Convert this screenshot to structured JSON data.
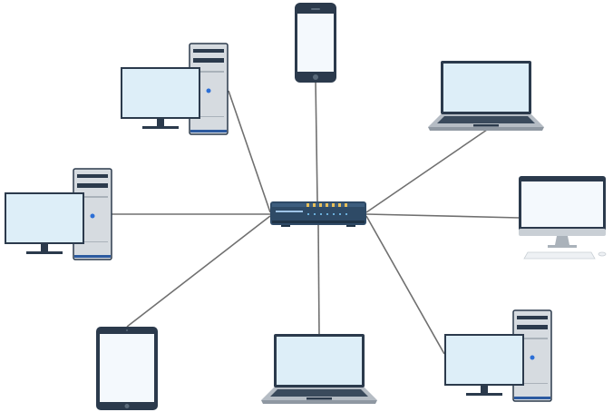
{
  "diagram": {
    "topology": "star",
    "hub": {
      "kind": "network-switch",
      "icon": "switch-icon",
      "ports": 7
    },
    "devices": [
      {
        "kind": "smartphone",
        "icon": "smartphone-icon"
      },
      {
        "kind": "laptop",
        "icon": "laptop-icon"
      },
      {
        "kind": "all-in-one-desktop",
        "icon": "imac-icon"
      },
      {
        "kind": "desktop-pc",
        "icon": "desktop-pc-icon"
      },
      {
        "kind": "laptop",
        "icon": "laptop-icon"
      },
      {
        "kind": "tablet",
        "icon": "tablet-icon"
      },
      {
        "kind": "desktop-pc",
        "icon": "desktop-pc-icon"
      },
      {
        "kind": "desktop-pc",
        "icon": "desktop-pc-icon"
      }
    ]
  },
  "colors": {
    "background": "#ffffff",
    "link_line": "#707070",
    "device_frame": "#2b3a4c",
    "screen": "#ddeef8",
    "screen_light": "#f4f9fd",
    "tower_body": "#d6dbe0",
    "keyboard": "#b5bcc4",
    "accent_led": "#2c6fd6",
    "switch_body": "#2e4a66",
    "switch_port": "#e8c05a"
  }
}
